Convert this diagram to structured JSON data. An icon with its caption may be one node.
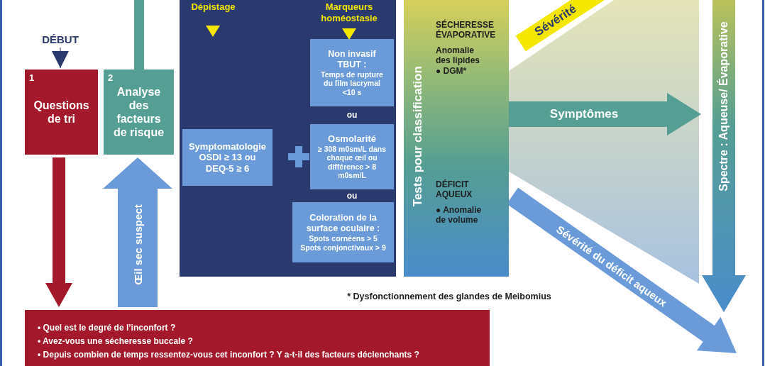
{
  "diagram": {
    "nodes": [
      {
        "text": [
          "1",
          "Questions de tri"
        ]
      },
      {
        "text": [
          "2",
          "Analyse des facteurs de risque"
        ]
      },
      {
        "text": [
          "Dépistage",
          "Marqueurs homéostasie"
        ]
      },
      {
        "text": [
          "Symptomatologie",
          "OSDI ≥ 13 ou DEQ-5 ≥ 6"
        ],
        "in": 2
      },
      {
        "text": [
          "Non invasif TBUT :",
          "Temps de rupture du film lacrymal <10 s"
        ],
        "in": 2
      },
      {
        "text": [
          "Osmolarité",
          "≥ 308 m0sm/L dans chaque œil ou différence > 8 m0sm/L"
        ],
        "in": 2
      },
      {
        "text": [
          "Coloration de la surface oculaire :",
          "Spots cornéens > 5 Spots conjonctivaux > 9"
        ],
        "in": 2
      },
      {
        "text": [
          "Tests pour classification",
          "SÉCHERESSE ÉVAPORATIVE",
          "Anomalie des lipides ● DGM*",
          "DÉFICIT AQUEUX",
          "● Anomalie de volume"
        ]
      },
      {
        "text": [
          "• Quel est le degré de l’inconfort ?",
          "• Avez-vous une sécheresse buccale ?",
          "• Depuis combien de temps ressentez-vous cet inconfort ? Y a-t-il des facteurs déclenchants ?"
        ]
      },
      {
        "text": [
          "DÉBUT"
        ]
      }
    ],
    "edges": [
      {
        "from": 1,
        "to": null,
        "arrow": "none",
        "style": "thick",
        "color": "#559e93"
      },
      {
        "from": 0,
        "to": 8,
        "arrow": "to",
        "style": "thick",
        "color": "#a3182a"
      },
      {
        "from": 8,
        "to": 1,
        "arrow": "to",
        "label": "Œil sec suspect",
        "style": "thick",
        "color": "#6a9bd8"
      },
      {
        "from": 7,
        "to": null,
        "arrow": "to",
        "label": "Symptômes",
        "style": "thick",
        "color": "#559e93"
      },
      {
        "from": 7,
        "to": null,
        "arrow": "to",
        "label": "Sévérité du déficit aqueux",
        "style": "thick",
        "color": "#6a9bd8"
      },
      {
        "from": 9,
        "to": 0,
        "arrow": "to"
      }
    ],
    "labels": [
      "ou",
      "ou",
      "Sévérité",
      "Spectre : Aqueuse/ Évaporative",
      "* Dysfonctionnement des glandes de Meibomius"
    ]
  }
}
